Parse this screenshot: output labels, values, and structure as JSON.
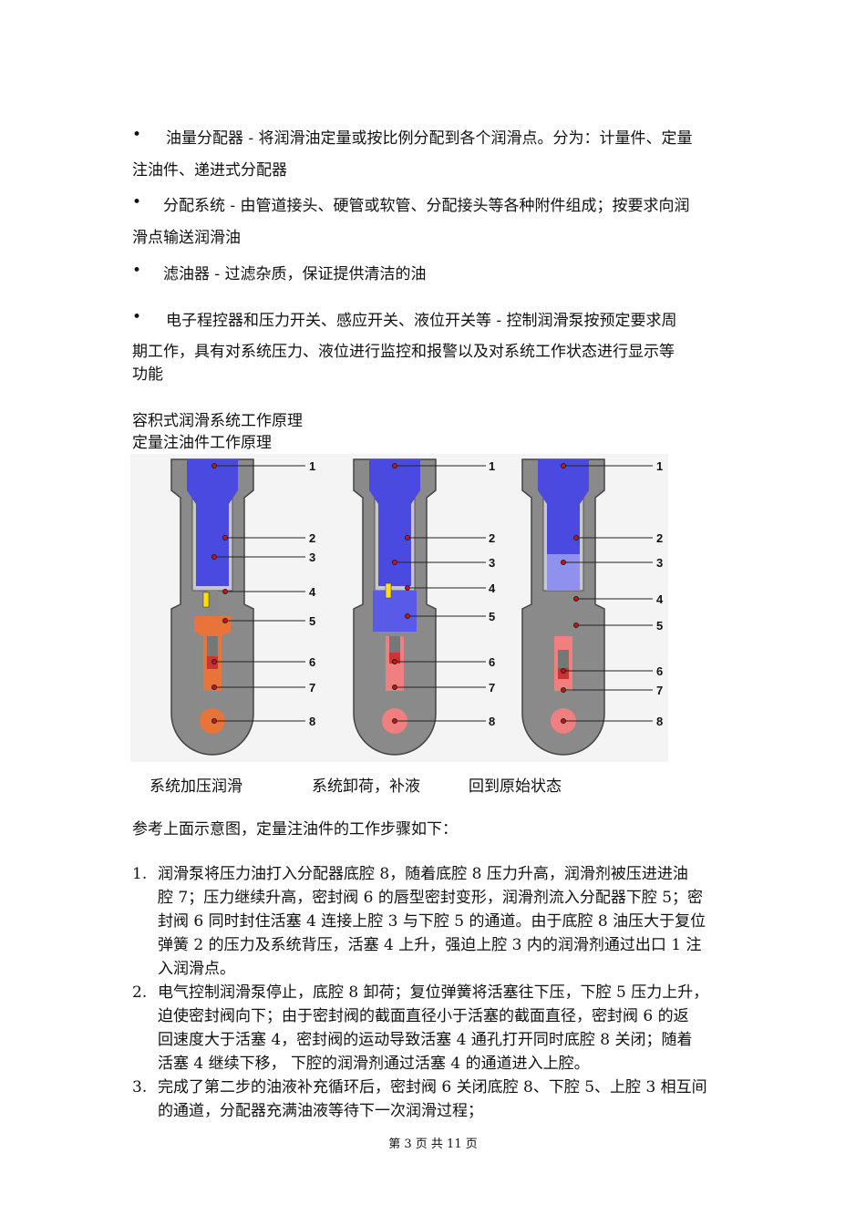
{
  "bullets": [
    {
      "line1": "油量分配器 - 将润滑油定量或按比例分配到各个润滑点。分为：计量件、定量",
      "line2": "注油件、递进式分配器"
    },
    {
      "line1": "分配系统 - 由管道接头、硬管或软管、分配接头等各种附件组成；按要求向润",
      "line2": "滑点输送润滑油"
    },
    {
      "line1": "滤油器 - 过滤杂质，保证提供清洁的油"
    },
    {
      "line1": "电子程控器和压力开关、感应开关、液位开关等  - 控制润滑泵按预定要求周",
      "line2": "期工作，具有对系统压力、液位进行监控和报警以及对系统工作状态进行显示等",
      "line3": "功能"
    }
  ],
  "bullet_symbol": "•",
  "heading1": "容积式润滑系统工作原理",
  "heading2": "定量注油件工作原理",
  "figure": {
    "labels": [
      "1",
      "2",
      "3",
      "4",
      "5",
      "6",
      "7",
      "8"
    ],
    "captions": [
      "系统加压润滑",
      "系统卸荷，补液",
      "回到原始状态"
    ]
  },
  "intro": "参考上面示意图，定量注油件的工作步骤如下：",
  "steps": [
    {
      "num": "1.",
      "lines": [
        "润滑泵将压力油打入分配器底腔 8，随着底腔 8 压力升高，润滑剂被压进进油",
        "腔 7；压力继续升高，密封阀 6 的唇型密封变形，润滑剂流入分配器下腔 5；密",
        "封阀 6 同时封住活塞 4 连接上腔 3 与下腔 5 的通道。由于底腔 8 油压大于复位",
        "弹簧 2 的压力及系统背压，活塞 4 上升，强迫上腔 3 内的润滑剂通过出口 1 注",
        "入润滑点。"
      ]
    },
    {
      "num": "2.",
      "lines": [
        "电气控制润滑泵停止，底腔 8 卸荷；复位弹簧将活塞往下压，下腔 5 压力上升，",
        "迫使密封阀向下；由于密封阀的截面直径小于活塞的截面直径，密封阀 6 的返",
        "回速度大于活塞 4，密封阀的运动导致活塞 4 通孔打开同时底腔 8 关闭；随着",
        "活塞 4 继续下移，  下腔的润滑剂通过活塞 4 的通道进入上腔。"
      ]
    },
    {
      "num": "3.",
      "lines": [
        "完成了第二步的油液补充循环后，密封阀 6 关闭底腔 8、下腔 5、上腔 3 相互间",
        "的通道，分配器充满油液等待下一次润滑过程；"
      ]
    }
  ],
  "footer": "第 3 页 共 11 页",
  "colors": {
    "blue": "#4a4ae0",
    "orange": "#e8743a",
    "pink": "#f08080",
    "gray": "#7a7a7a",
    "red_dot": "#d01010"
  }
}
